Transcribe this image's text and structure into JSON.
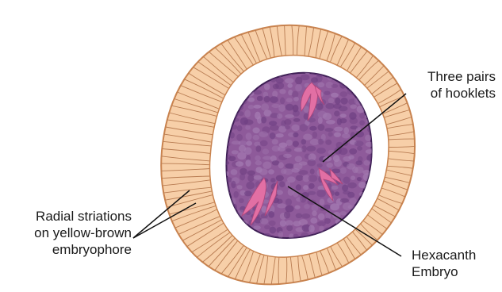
{
  "labels": {
    "hooklets": {
      "line1": "Three pairs",
      "line2": "of hooklets"
    },
    "striations": {
      "line1": "Radial striations",
      "line2": "on yellow-brown",
      "line3": "embryophore"
    },
    "embryo": {
      "line1": "Hexacanth",
      "line2": "Embryo"
    }
  },
  "colors": {
    "embryophore_fill": "#f7cfa8",
    "embryophore_stroke": "#c9834f",
    "striation": "#b87c52",
    "embryo_fill": "#8e5a9a",
    "embryo_cell": "#6e3f82",
    "embryo_stroke": "#3e1f55",
    "hooklet": "#e26fa4",
    "leader": "#111111"
  },
  "icons": [
    "hooklet-icon"
  ]
}
